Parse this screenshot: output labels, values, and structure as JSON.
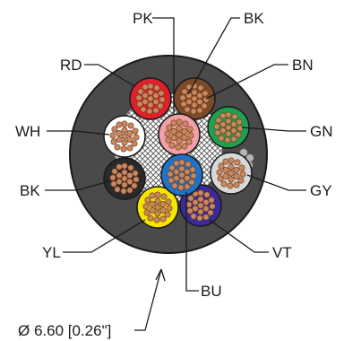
{
  "cable": {
    "jacket_color": "#4a4a4a",
    "filler_color": "#b5b5b5",
    "strand_color": "#c9875d",
    "diameter_label": "Ø 6.60 [0.26\"]"
  },
  "conductors": [
    {
      "id": "pk",
      "label": "PK",
      "color": "#f0a0a6"
    },
    {
      "id": "bk-top",
      "label": "BK",
      "color": "#7a4a2a"
    },
    {
      "id": "rd",
      "label": "RD",
      "color": "#e0202a"
    },
    {
      "id": "bn",
      "label": "BN",
      "color": "#7a4a2a"
    },
    {
      "id": "wh",
      "label": "WH",
      "color": "#ffffff"
    },
    {
      "id": "gn",
      "label": "GN",
      "color": "#1fa050"
    },
    {
      "id": "bk",
      "label": "BK",
      "color": "#2a2a2a"
    },
    {
      "id": "gy",
      "label": "GY",
      "color": "#d8d8d8"
    },
    {
      "id": "yl",
      "label": "YL",
      "color": "#f5e600"
    },
    {
      "id": "vt",
      "label": "VT",
      "color": "#3a2a9a"
    },
    {
      "id": "bu",
      "label": "BU",
      "color": "#1e73c8"
    }
  ]
}
